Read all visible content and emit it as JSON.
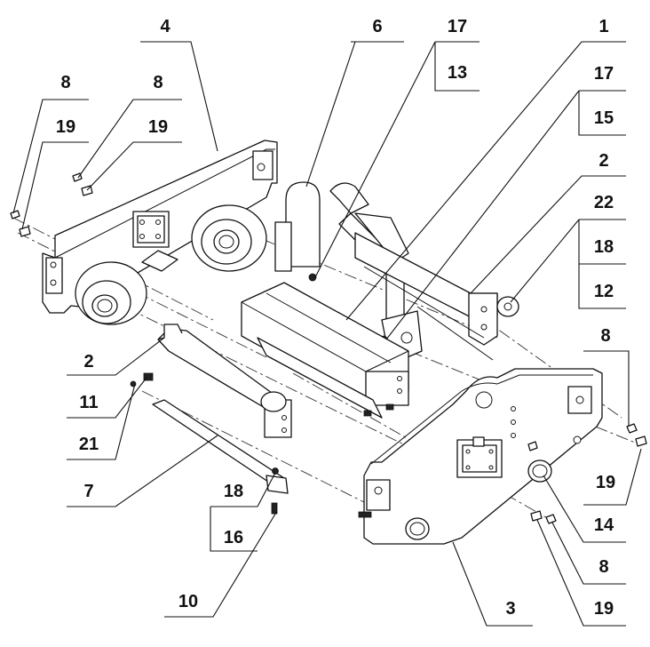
{
  "callouts": [
    {
      "id": "c-4",
      "text": "4"
    },
    {
      "id": "c-6",
      "text": "6"
    },
    {
      "id": "c-17a",
      "text": "17"
    },
    {
      "id": "c-13",
      "text": "13"
    },
    {
      "id": "c-1",
      "text": "1"
    },
    {
      "id": "c-17b",
      "text": "17"
    },
    {
      "id": "c-15",
      "text": "15"
    },
    {
      "id": "c-2a",
      "text": "2"
    },
    {
      "id": "c-22",
      "text": "22"
    },
    {
      "id": "c-18a",
      "text": "18"
    },
    {
      "id": "c-12",
      "text": "12"
    },
    {
      "id": "c-8a",
      "text": "8"
    },
    {
      "id": "c-19a",
      "text": "19"
    },
    {
      "id": "c-8b",
      "text": "8"
    },
    {
      "id": "c-19b",
      "text": "19"
    },
    {
      "id": "c-2b",
      "text": "2"
    },
    {
      "id": "c-11",
      "text": "11"
    },
    {
      "id": "c-21",
      "text": "21"
    },
    {
      "id": "c-7",
      "text": "7"
    },
    {
      "id": "c-18b",
      "text": "18"
    },
    {
      "id": "c-16",
      "text": "16"
    },
    {
      "id": "c-10",
      "text": "10"
    },
    {
      "id": "c-8c",
      "text": "8"
    },
    {
      "id": "c-19c",
      "text": "19"
    },
    {
      "id": "c-14",
      "text": "14"
    },
    {
      "id": "c-8d",
      "text": "8"
    },
    {
      "id": "c-19d",
      "text": "19"
    },
    {
      "id": "c-3",
      "text": "3"
    }
  ]
}
